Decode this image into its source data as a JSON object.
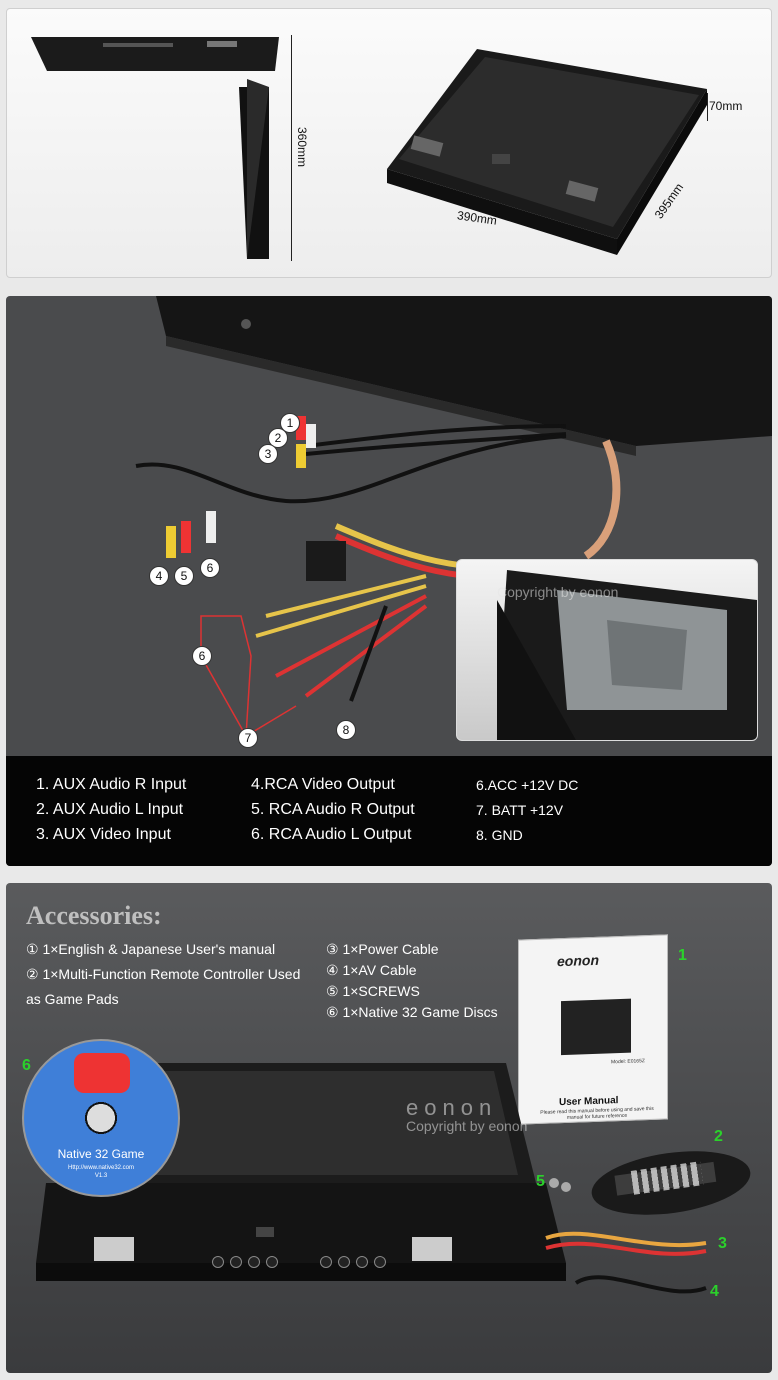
{
  "dimensions": {
    "height": "360mm",
    "depth": "70mm",
    "width": "390mm",
    "length": "395mm"
  },
  "wiring": {
    "callouts": [
      "1",
      "2",
      "3",
      "4",
      "5",
      "6",
      "6",
      "7",
      "8"
    ],
    "legend": [
      "1. AUX Audio R Input",
      "2. AUX Audio L Input",
      "3. AUX Video Input",
      "4.RCA Video Output",
      "5. RCA Audio R Output",
      "6. RCA Audio L Output",
      "6.ACC +12V DC",
      "7. BATT +12V",
      "8. GND"
    ],
    "watermark": "Copyright by eonon"
  },
  "accessories": {
    "title": "Accessories:",
    "items": [
      "①  1×English & Japanese User's manual",
      "②  1×Multi-Function Remote Controller Used",
      "as Game Pads",
      "③  1×Power Cable",
      "④  1×AV Cable",
      "⑤  1×SCREWS",
      "⑥  1×Native 32 Game Discs"
    ],
    "green_numbers": [
      "1",
      "2",
      "3",
      "4",
      "5",
      "6"
    ],
    "manual_brand": "eonon",
    "manual_model": "Model: E0165Z",
    "manual_title": "User Manual",
    "manual_note": "Please read this manual before using and save this manual for future reference",
    "disc_title": "Native 32 Game",
    "disc_url": "Http://www.native32.com",
    "disc_version": "V1.3",
    "watermark": "Copyright by eonon",
    "watermark_logo": "eonon"
  }
}
